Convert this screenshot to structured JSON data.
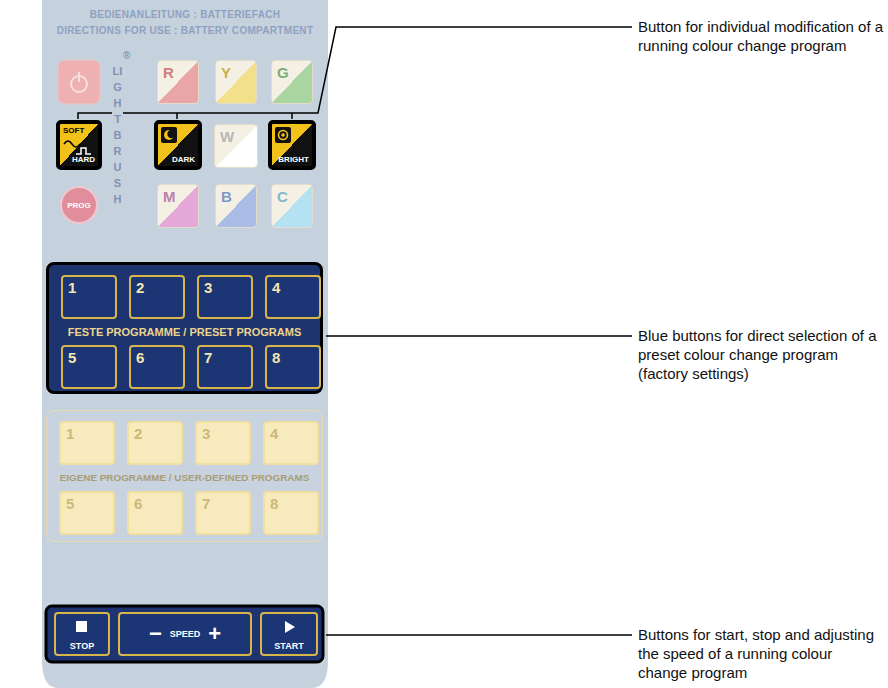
{
  "diagram": {
    "nodes": [
      {
        "text": [
          "R"
        ]
      },
      {
        "text": [
          "Y"
        ]
      },
      {
        "text": [
          "G"
        ]
      },
      {
        "text": [
          "SOFT",
          "HARD"
        ]
      },
      {
        "text": [
          "DARK"
        ]
      },
      {
        "text": [
          "W"
        ]
      },
      {
        "text": [
          "BRIGHT"
        ]
      },
      {
        "text": [
          "PROG"
        ]
      },
      {
        "text": [
          "M"
        ]
      },
      {
        "text": [
          "B"
        ]
      },
      {
        "text": [
          "C"
        ]
      },
      {
        "text": [
          "FESTE PROGRAMME / PRESET PROGRAMS"
        ]
      },
      {
        "text": [
          "1"
        ],
        "in": 11
      },
      {
        "text": [
          "2"
        ],
        "in": 11
      },
      {
        "text": [
          "3"
        ],
        "in": 11
      },
      {
        "text": [
          "4"
        ],
        "in": 11
      },
      {
        "text": [
          "5"
        ],
        "in": 11
      },
      {
        "text": [
          "6"
        ],
        "in": 11
      },
      {
        "text": [
          "7"
        ],
        "in": 11
      },
      {
        "text": [
          "8"
        ],
        "in": 11
      },
      {
        "text": [
          "EIGENE PROGRAMME / USER-DEFINED PROGRAMS"
        ]
      },
      {
        "text": [
          "1"
        ],
        "in": 20
      },
      {
        "text": [
          "2"
        ],
        "in": 20
      },
      {
        "text": [
          "3"
        ],
        "in": 20
      },
      {
        "text": [
          "4"
        ],
        "in": 20
      },
      {
        "text": [
          "5"
        ],
        "in": 20
      },
      {
        "text": [
          "6"
        ],
        "in": 20
      },
      {
        "text": [
          "7"
        ],
        "in": 20
      },
      {
        "text": [
          "8"
        ],
        "in": 20
      },
      {
        "text": [
          "STOP"
        ]
      },
      {
        "text": [
          "−",
          "SPEED",
          "+"
        ]
      },
      {
        "text": [
          "START"
        ]
      }
    ],
    "labels": [
      "BEDIENANLEITUNG : BATTERIEFACH",
      "DIRECTIONS FOR USE : BATTERY COMPARTMENT",
      "®",
      "LIGHTBRUSH",
      "Button for individual modification of a running colour change program",
      "Blue buttons for direct selection of a preset colour change program (factory settings)",
      "Buttons for start, stop and adjusting the speed of a running colour change program"
    ]
  }
}
